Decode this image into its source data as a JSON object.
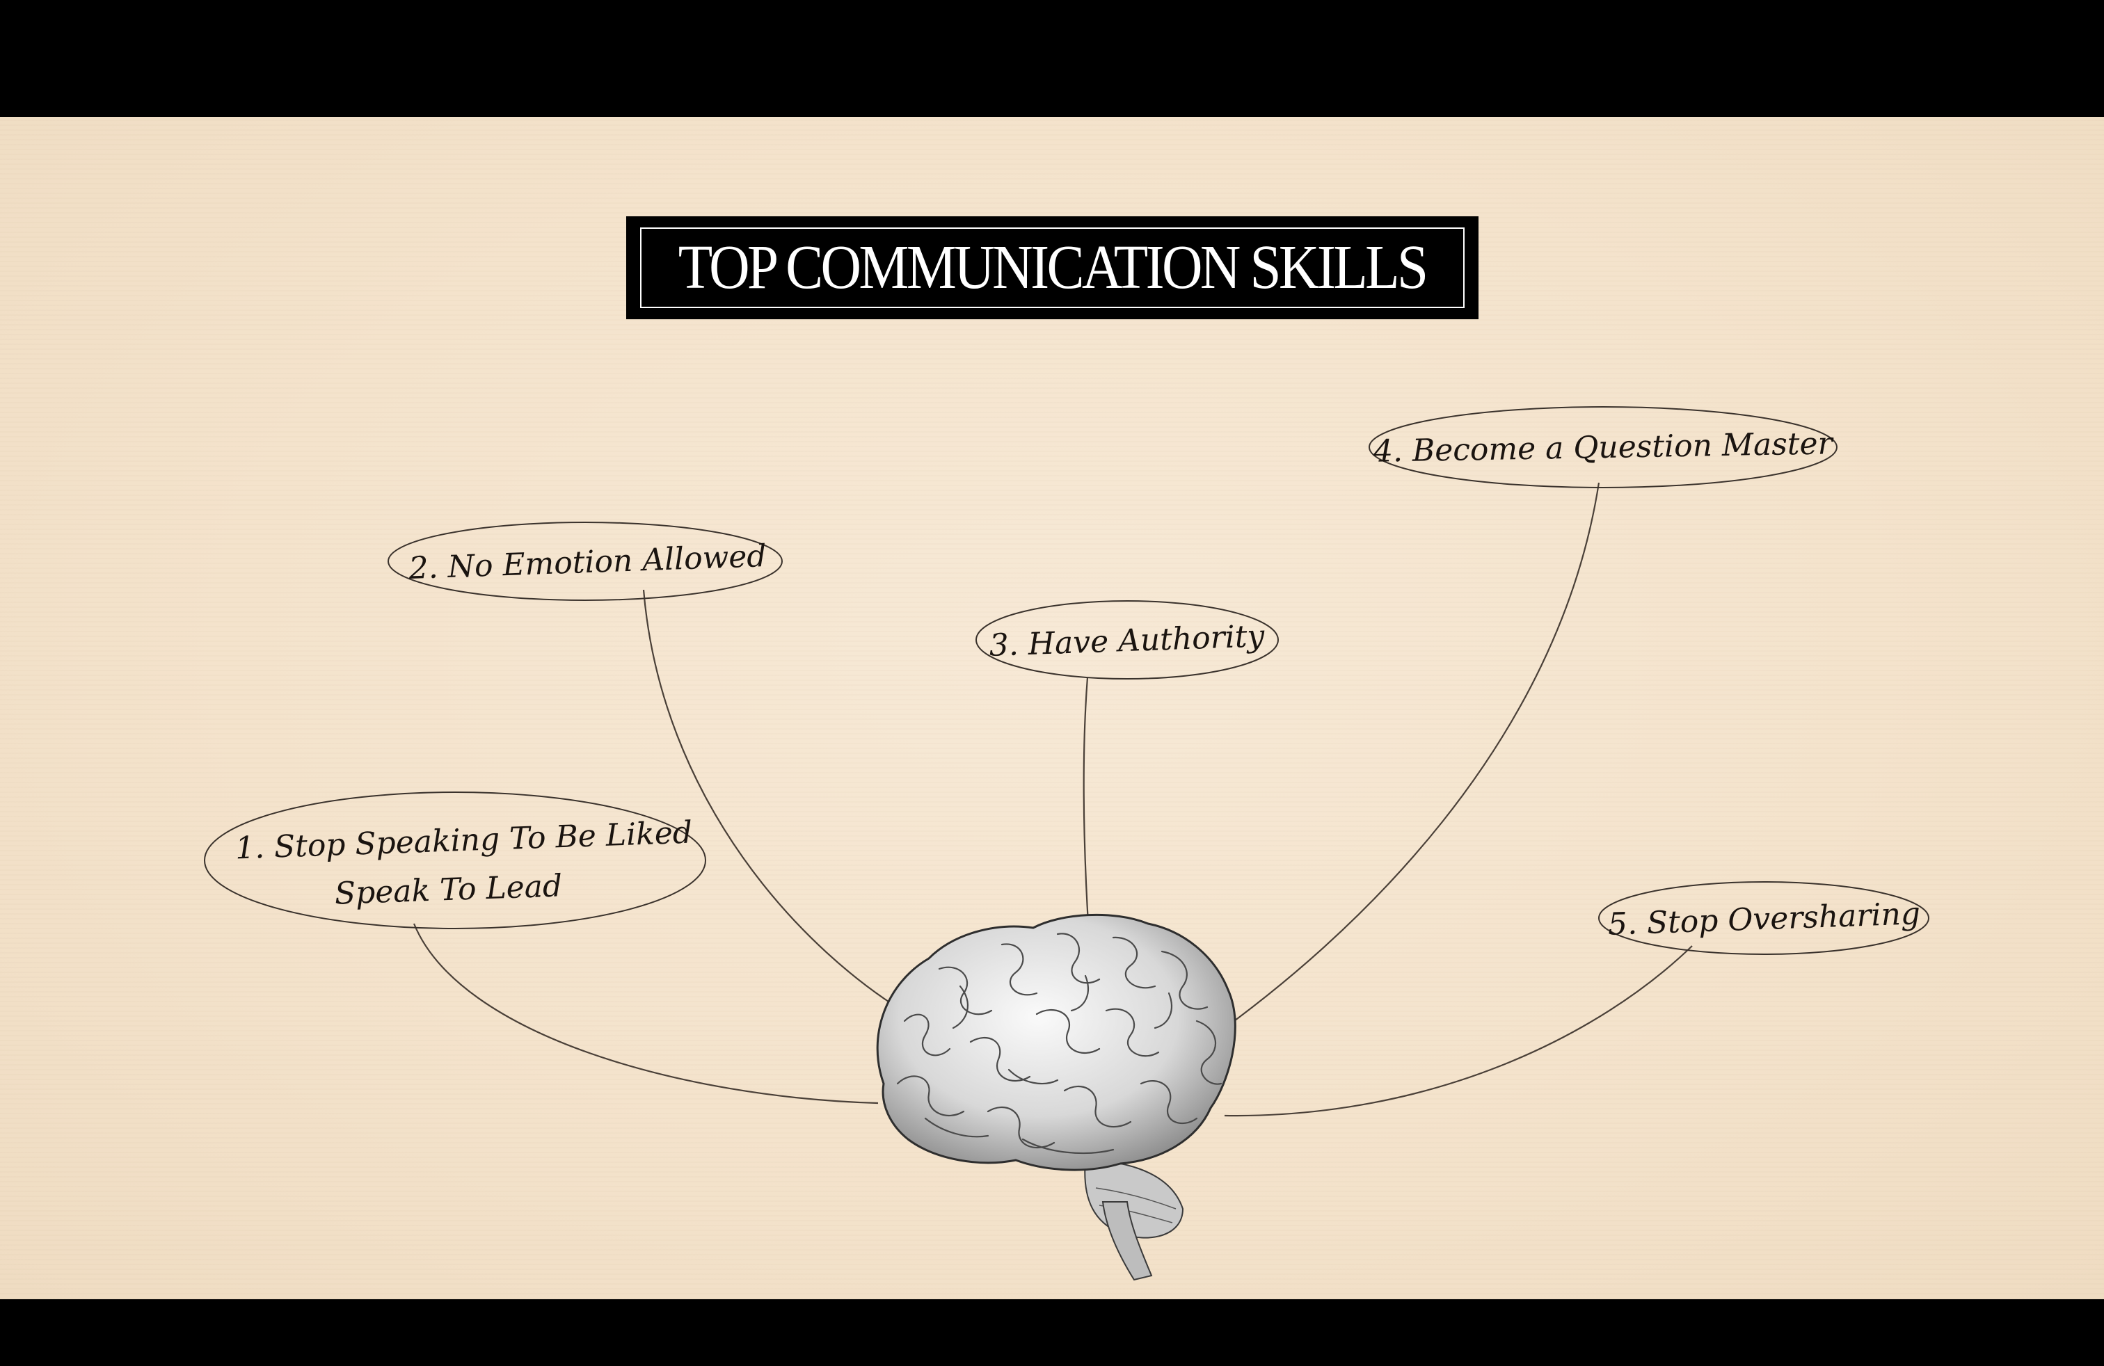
{
  "title": "TOP COMMUNICATION SKILLS",
  "nodes": [
    {
      "id": "n1",
      "lines": [
        "1. Stop Speaking To Be Liked",
        "Speak To Lead"
      ]
    },
    {
      "id": "n2",
      "lines": [
        "2. No Emotion Allowed"
      ]
    },
    {
      "id": "n3",
      "lines": [
        "3. Have Authority"
      ]
    },
    {
      "id": "n4",
      "lines": [
        "4. Become a Question Master"
      ]
    },
    {
      "id": "n5",
      "lines": [
        "5. Stop Oversharing"
      ]
    }
  ],
  "center": {
    "icon": "brain-icon"
  },
  "colors": {
    "background": "#f4e3cc",
    "ink": "#1a1410",
    "title_bg": "#000000",
    "title_text": "#ffffff"
  }
}
